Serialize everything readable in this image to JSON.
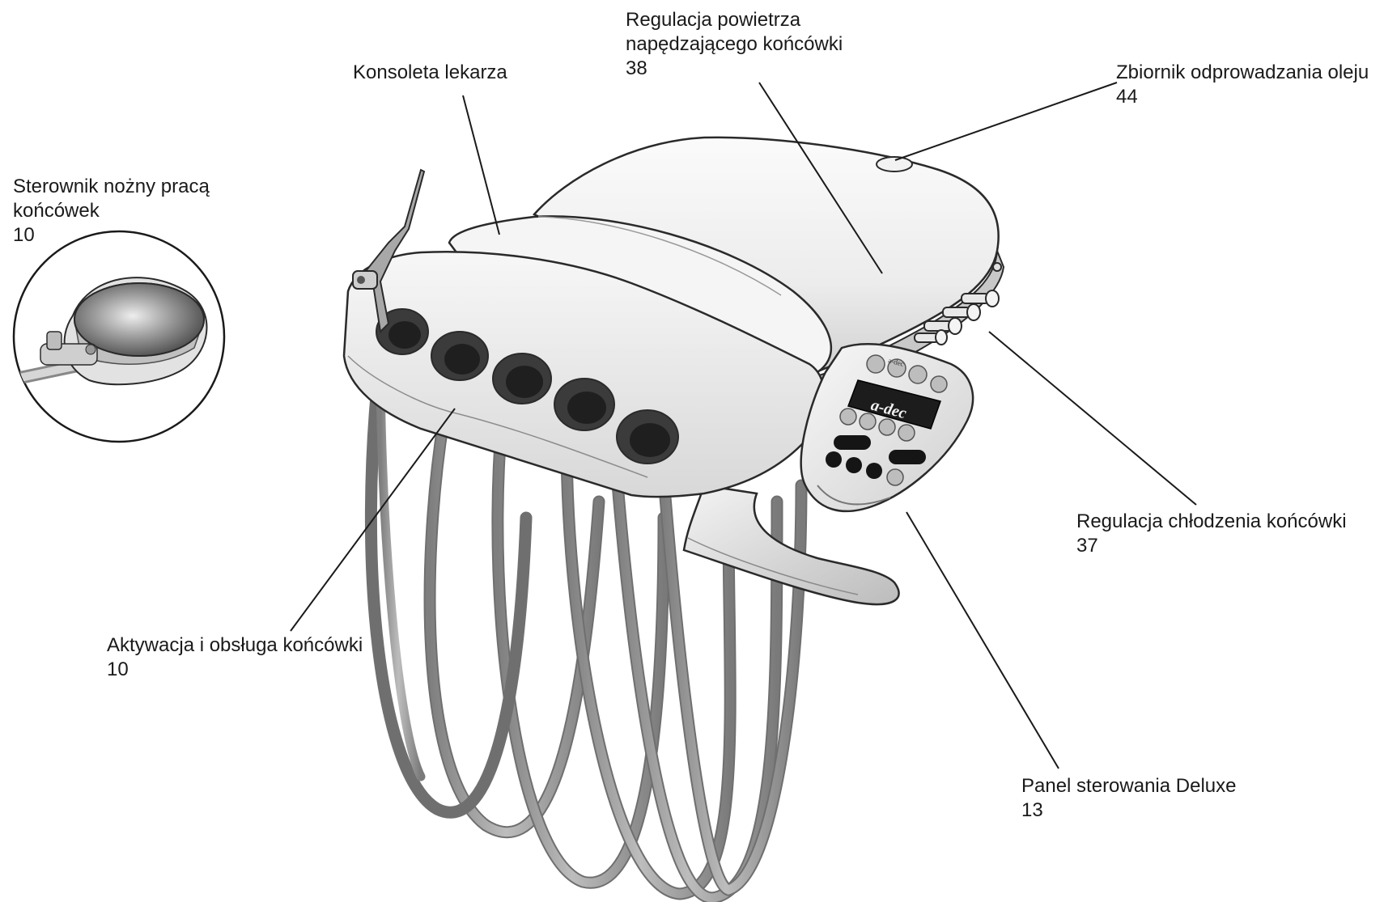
{
  "callouts": {
    "physician_console": {
      "line1": "Konsoleta lekarza",
      "ref": ""
    },
    "drive_air": {
      "line1": "Regulacja powietrza",
      "line2": "napędzającego końcówki",
      "ref": "38"
    },
    "oil_reservoir": {
      "line1": "Zbiornik odprowadzania oleju",
      "ref": "44"
    },
    "foot_control": {
      "line1": "Sterownik nożny pracą",
      "line2": "końcówek",
      "ref": "10"
    },
    "coolant": {
      "line1": "Regulacja chłodzenia końcówki",
      "ref": "37"
    },
    "activation": {
      "line1": "Aktywacja i obsługa końcówki",
      "ref": "10"
    },
    "deluxe_panel": {
      "line1": "Panel sterowania Deluxe",
      "ref": "13"
    }
  },
  "touchpad": {
    "logo": "a-dec",
    "brand_small": "a-dec"
  },
  "colors": {
    "line": "#1a1a1a",
    "body": "#f2f2f2",
    "hose": "#9a9a9a",
    "outline": "#2a2a2a"
  }
}
